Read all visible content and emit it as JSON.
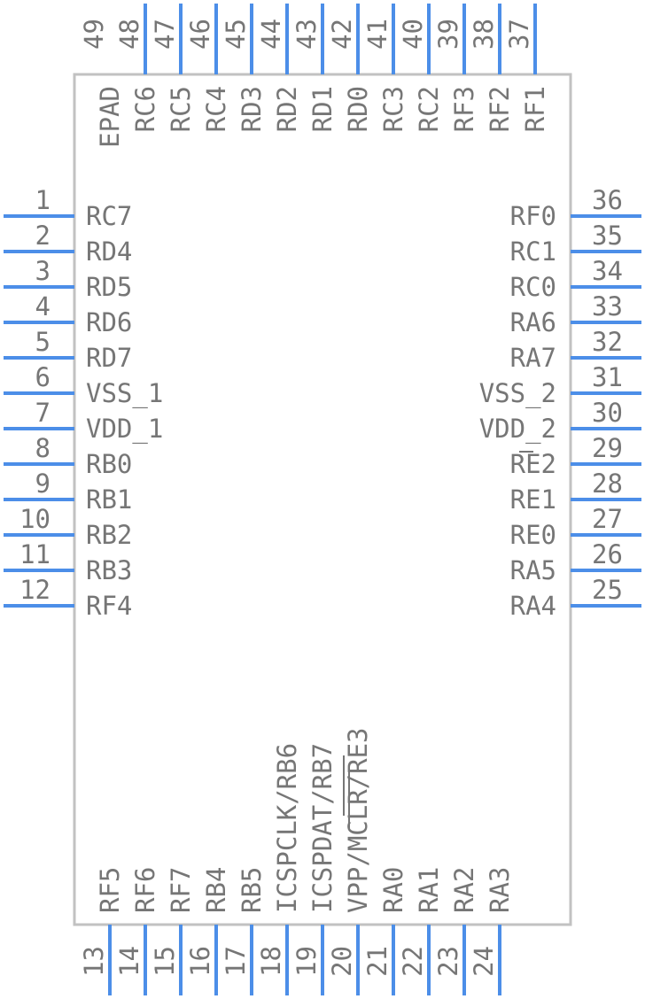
{
  "component": {
    "colors": {
      "body": "#c2c2c2",
      "pin": "#4c8ee8",
      "text": "#767676"
    },
    "left_pins": [
      {
        "num": "1",
        "name": "RC7"
      },
      {
        "num": "2",
        "name": "RD4"
      },
      {
        "num": "3",
        "name": "RD5"
      },
      {
        "num": "4",
        "name": "RD6"
      },
      {
        "num": "5",
        "name": "RD7"
      },
      {
        "num": "6",
        "name": "VSS_1"
      },
      {
        "num": "7",
        "name": "VDD_1"
      },
      {
        "num": "8",
        "name": "RB0"
      },
      {
        "num": "9",
        "name": "RB1"
      },
      {
        "num": "10",
        "name": "RB2"
      },
      {
        "num": "11",
        "name": "RB3"
      },
      {
        "num": "12",
        "name": "RF4"
      }
    ],
    "right_pins": [
      {
        "num": "36",
        "name": "RF0"
      },
      {
        "num": "35",
        "name": "RC1"
      },
      {
        "num": "34",
        "name": "RC0"
      },
      {
        "num": "33",
        "name": "RA6"
      },
      {
        "num": "32",
        "name": "RA7"
      },
      {
        "num": "31",
        "name": "VSS_2"
      },
      {
        "num": "30",
        "name": "VDD_2"
      },
      {
        "num": "29",
        "name": "RE2"
      },
      {
        "num": "28",
        "name": "RE1"
      },
      {
        "num": "27",
        "name": "RE0"
      },
      {
        "num": "26",
        "name": "RA5"
      },
      {
        "num": "25",
        "name": "RA4"
      }
    ],
    "top_pins": [
      {
        "num": "49",
        "name": "EPAD"
      },
      {
        "num": "48",
        "name": "RC6"
      },
      {
        "num": "47",
        "name": "RC5"
      },
      {
        "num": "46",
        "name": "RC4"
      },
      {
        "num": "45",
        "name": "RD3"
      },
      {
        "num": "44",
        "name": "RD2"
      },
      {
        "num": "43",
        "name": "RD1"
      },
      {
        "num": "42",
        "name": "RD0"
      },
      {
        "num": "41",
        "name": "RC3"
      },
      {
        "num": "40",
        "name": "RC2"
      },
      {
        "num": "39",
        "name": "RF3"
      },
      {
        "num": "38",
        "name": "RF2"
      },
      {
        "num": "37",
        "name": "RF1"
      }
    ],
    "bottom_pins": [
      {
        "num": "13",
        "name": "RF5"
      },
      {
        "num": "14",
        "name": "RF6"
      },
      {
        "num": "15",
        "name": "RF7"
      },
      {
        "num": "16",
        "name": "RB4"
      },
      {
        "num": "17",
        "name": "RB5"
      },
      {
        "num": "18",
        "name": "ICSPCLK/RB6"
      },
      {
        "num": "19",
        "name": "ICSPDAT/RB7"
      },
      {
        "num": "20",
        "name": "VPP/MCLR/RE3"
      },
      {
        "num": "21",
        "name": "RA0"
      },
      {
        "num": "22",
        "name": "RA1"
      },
      {
        "num": "23",
        "name": "RA2"
      },
      {
        "num": "24",
        "name": "RA3"
      }
    ]
  }
}
